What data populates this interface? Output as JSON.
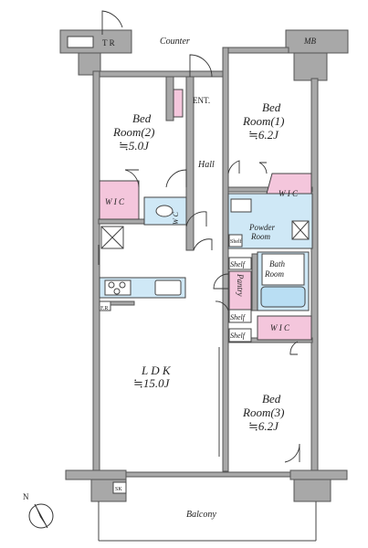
{
  "labels": {
    "tr": "T R",
    "mb": "MB",
    "counter": "Counter",
    "ent": "ENT.",
    "bed2_line1": "Bed",
    "bed2_line2": "Room(2)",
    "bed2_size": "≒5.0J",
    "bed1_line1": "Bed",
    "bed1_line2": "Room(1)",
    "bed1_size": "≒6.2J",
    "hall": "Hall",
    "wic_left": "W I C",
    "wic_right": "W I C",
    "wic_bottom": "W I C",
    "wc": "W C",
    "powder_line1": "Powder",
    "powder_line2": "Room",
    "shelf_small": "Shelf",
    "bath_line1": "Bath",
    "bath_line2": "Room",
    "shelf_1": "Shelf",
    "pantry": "Pantry",
    "shelf_2": "Shelf",
    "shelf_3": "Shelf",
    "ldk_line1": "L D K",
    "ldk_size": "≒15.0J",
    "bed3_line1": "Bed",
    "bed3_line2": "Room(3)",
    "bed3_size": "≒6.2J",
    "fr": "F.R",
    "sk": "SK",
    "balcony": "Balcony",
    "north": "N"
  },
  "colors": {
    "wall": "#a8a8a8",
    "closet_pink": "#f4c6dc",
    "wet_blue": "#cfe8f6"
  }
}
